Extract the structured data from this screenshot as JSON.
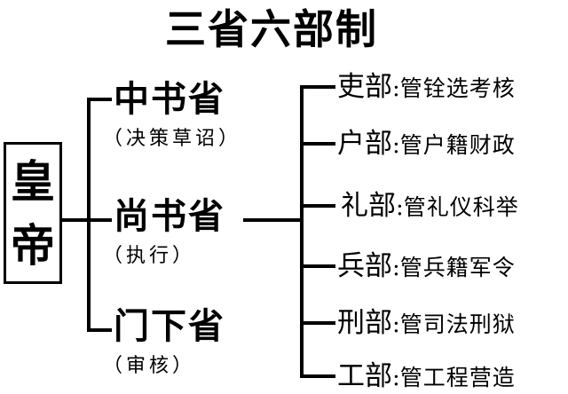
{
  "title": "三省六部制",
  "emperor": [
    "皇",
    "帝"
  ],
  "departments": [
    {
      "name": "中书省",
      "role": "（决策草诏）"
    },
    {
      "name": "尚书省",
      "role": "（执行）"
    },
    {
      "name": "门下省",
      "role": "（审核）"
    }
  ],
  "ministries": [
    {
      "name": "吏部",
      "colon": ":",
      "duty": "管铨选考核"
    },
    {
      "name": "户部",
      "colon": ":",
      "duty": "管户籍财政"
    },
    {
      "name": "礼部",
      "colon": ":",
      "duty": "管礼仪科举"
    },
    {
      "name": "兵部",
      "colon": ":",
      "duty": "管兵籍军令"
    },
    {
      "name": "刑部",
      "colon": ":",
      "duty": "管司法刑狱"
    },
    {
      "name": "工部",
      "colon": ":",
      "duty": "管工程营造"
    }
  ]
}
